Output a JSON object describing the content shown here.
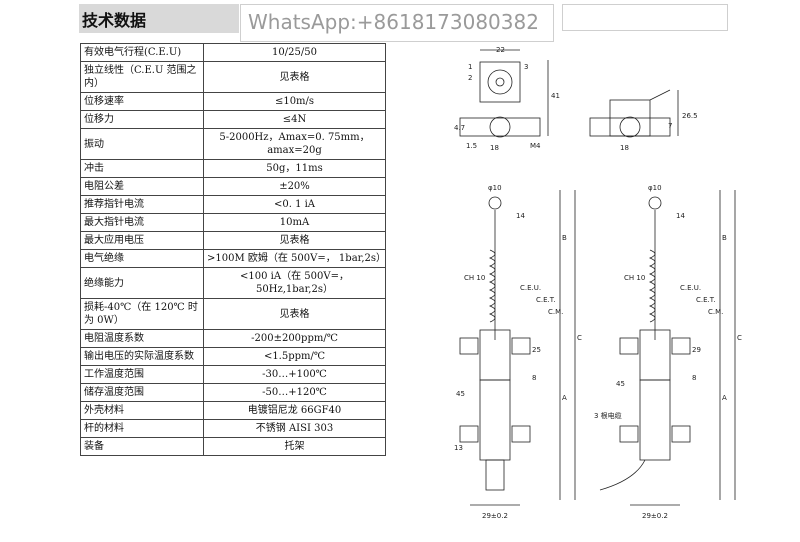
{
  "header": {
    "title": "技术数据"
  },
  "watermark": {
    "text": "WhatsApp:+8618173080382"
  },
  "specs": [
    {
      "label": "有效电气行程(C.E.U)",
      "value": "10/25/50"
    },
    {
      "label": "独立线性（C.E.U 范围之内）",
      "value": "见表格"
    },
    {
      "label": "位移速率",
      "value": "≤10m/s"
    },
    {
      "label": "位移力",
      "value": "≤4N"
    },
    {
      "label": "振动",
      "value": "5-2000Hz，Amax=0. 75mm，amax=20g"
    },
    {
      "label": "冲击",
      "value": "50g，11ms"
    },
    {
      "label": "电阻公差",
      "value": "±20%"
    },
    {
      "label": "推荐指针电流",
      "value": "<0. 1 iA"
    },
    {
      "label": "最大指针电流",
      "value": "10mA"
    },
    {
      "label": "最大应用电压",
      "value": "见表格"
    },
    {
      "label": "电气绝缘",
      "value": ">100M 欧姆（在 500V=， 1bar,2s）"
    },
    {
      "label": "绝缘能力",
      "value": "<100 iA（在 500V=，50Hz,1bar,2s）"
    },
    {
      "label": "损耗-40℃（在 120℃ 时为 0W）",
      "value": "见表格"
    },
    {
      "label": "电阻温度系数",
      "value": "-200±200ppm/℃"
    },
    {
      "label": "输出电压的实际温度系数",
      "value": "<1.5ppm/℃"
    },
    {
      "label": "工作温度范围",
      "value": "-30…+100℃"
    },
    {
      "label": "储存温度范围",
      "value": "-50…+120℃"
    },
    {
      "label": "外壳材料",
      "value": "电镀铝尼龙 66GF40"
    },
    {
      "label": "杆的材料",
      "value": "不锈钢 AISI 303"
    },
    {
      "label": "装备",
      "value": "托架"
    }
  ],
  "drawing": {
    "dim_22": "22",
    "dim_41": "41",
    "dim_4_7": "4.7",
    "dim_7": "7",
    "dim_18": "18",
    "dim_1_5": "1.5",
    "dim_m4": "M4",
    "dim_26_5": "26.5",
    "dim_phi10": "φ10",
    "dim_14": "14",
    "dim_b": "B",
    "dim_ch10": "CH 10",
    "dim_ceu": "C.E.U.",
    "dim_cet": "C.E.T.",
    "dim_cm": "C.M.",
    "dim_c": "C",
    "dim_a": "A",
    "dim_25": "25",
    "dim_29": "29",
    "dim_8": "8",
    "dim_45": "45",
    "dim_13": "13",
    "dim_29pm02": "29±0.2",
    "dim_3wires": "3 根电缆",
    "callout_1": "1",
    "callout_2": "2",
    "callout_3": "3"
  }
}
